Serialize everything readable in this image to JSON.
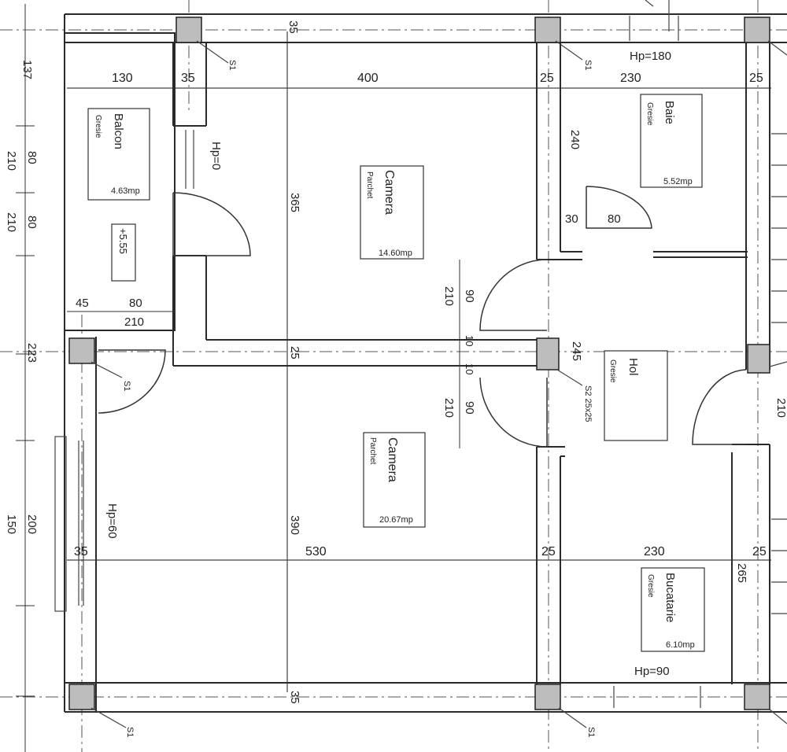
{
  "rooms": {
    "balcon": {
      "name": "Balcon",
      "floor": "Gresie",
      "area": "4.63mp",
      "level": "+5.55"
    },
    "camera_top": {
      "name": "Camera",
      "floor": "Parchet",
      "area": "14.60mp"
    },
    "baie": {
      "name": "Baie",
      "floor": "Gresie",
      "area": "5.52mp"
    },
    "hol": {
      "name": "Hol",
      "floor": "Gresie"
    },
    "camera_bottom": {
      "name": "Camera",
      "floor": "Parchet",
      "area": "20.67mp"
    },
    "bucatarie": {
      "name": "Bucatarie",
      "floor": "Gresie",
      "area": "6.10mp"
    }
  },
  "heights": {
    "hp180": "Hp=180",
    "hp0": "Hp=0",
    "hp60": "Hp=60",
    "hp90": "Hp=90"
  },
  "columns": {
    "s1": "S1",
    "s2": "S2 25x25"
  },
  "dims": {
    "top_wall": "35",
    "bottom_wall": "35",
    "d130": "130",
    "d35a": "35",
    "d400": "400",
    "d25a": "25",
    "d230a": "230",
    "d25b": "25",
    "d240": "240",
    "d30": "30",
    "d80a": "80",
    "d365": "365",
    "d45": "45",
    "d80b": "80",
    "d210a": "210",
    "d210door1": "210",
    "d90door1": "90",
    "d10a": "10",
    "d10b": "10",
    "d210door2": "210",
    "d90door2": "90",
    "d25mid": "25",
    "d245": "245",
    "d390": "390",
    "d35b": "35",
    "d530": "530",
    "d25c": "25",
    "d230b": "230",
    "d25d": "25",
    "d265": "265",
    "d210right": "210",
    "left": {
      "l137": "137",
      "l80a": "80",
      "l210a": "210",
      "l80b": "80",
      "l210b": "210",
      "l223": "223",
      "l200": "200",
      "l150": "150"
    }
  }
}
